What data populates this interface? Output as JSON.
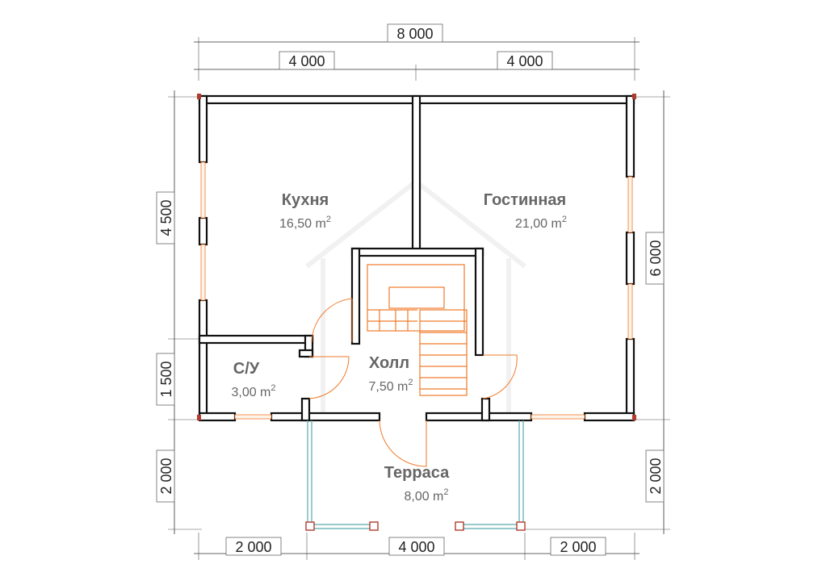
{
  "dimensions": {
    "top_total": "8 000",
    "top_left": "4 000",
    "top_right": "4 000",
    "left_upper": "4 500",
    "left_lower": "1 500",
    "left_terrace": "2 000",
    "right_house": "6 000",
    "right_terrace": "2 000",
    "bottom_left": "2 000",
    "bottom_mid": "4 000",
    "bottom_right": "2 000"
  },
  "rooms": {
    "kitchen": {
      "name": "Кухня",
      "area": "16,50 m",
      "sup": "2"
    },
    "living": {
      "name": "Гостинная",
      "area": "21,00 m",
      "sup": "2"
    },
    "bathroom": {
      "name": "С/У",
      "area": "3,00 m",
      "sup": "2"
    },
    "hall": {
      "name": "Холл",
      "area": "7,50 m",
      "sup": "2"
    },
    "terrace": {
      "name": "Терраса",
      "area": "8,00 m",
      "sup": "2"
    }
  },
  "colors": {
    "wall": "#111111",
    "door_and_stair": "#f07a2a",
    "railing": "#5aa9ad",
    "corner_post": "#b23a2e",
    "room_text": "#666666"
  }
}
